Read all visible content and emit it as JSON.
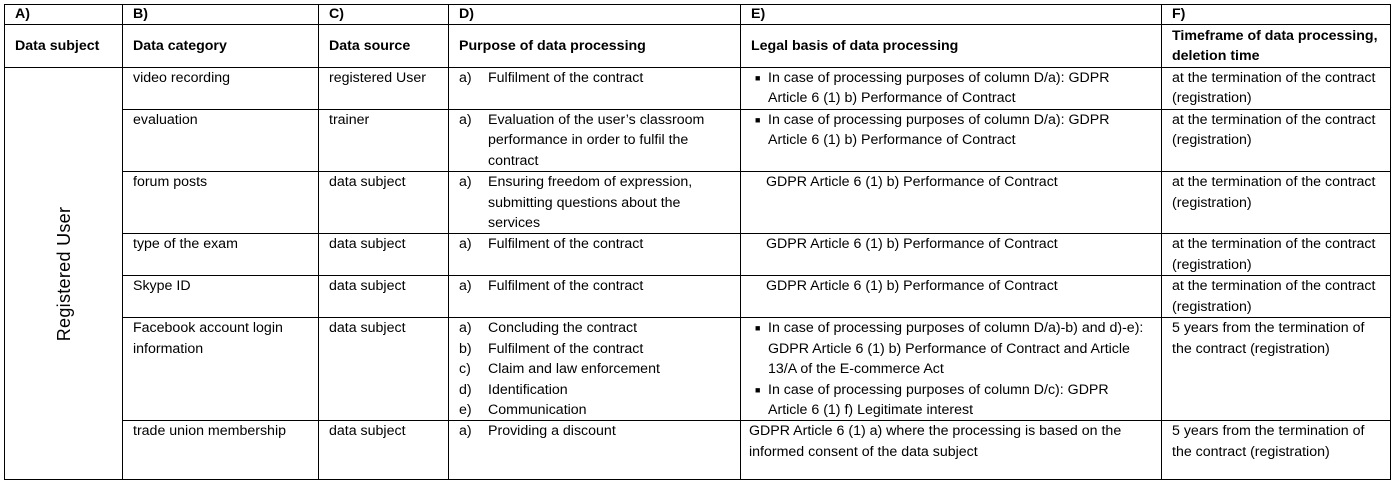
{
  "table": {
    "column_letters": [
      "A)",
      "B)",
      "C)",
      "D)",
      "E)",
      "F)"
    ],
    "column_headers": [
      "Data subject",
      "Data category",
      "Data source",
      "Purpose of data processing",
      "Legal basis of data processing",
      "Timeframe of data processing, deletion time"
    ],
    "data_subject": "Registered User",
    "rows": [
      {
        "category": "video recording",
        "source": "registered User",
        "purposes": [
          {
            "label": "a)",
            "text": "Fulfilment of the contract"
          }
        ],
        "basis": [
          {
            "bullet": true,
            "text": "In case of processing purposes of column D/a): GDPR Article 6 (1) b) Performance of Contract"
          }
        ],
        "timeframe": "at the termination of the contract (registration)"
      },
      {
        "category": "evaluation",
        "source": "trainer",
        "purposes": [
          {
            "label": "a)",
            "text": "Evaluation of the user’s classroom performance in order to fulfil the contract"
          }
        ],
        "basis": [
          {
            "bullet": true,
            "text": "In case of processing purposes of column D/a): GDPR Article 6 (1) b) Performance of Contract"
          }
        ],
        "timeframe": "at the termination of the contract (registration)"
      },
      {
        "category": "forum posts",
        "source": "data subject",
        "purposes": [
          {
            "label": "a)",
            "text": "Ensuring freedom of expression, submitting questions about the services"
          }
        ],
        "basis": [
          {
            "bullet": false,
            "text": "GDPR Article 6 (1) b) Performance of Contract"
          }
        ],
        "timeframe": "at the termination of the contract (registration)"
      },
      {
        "category": "type of the exam",
        "source": "data subject",
        "purposes": [
          {
            "label": "a)",
            "text": "Fulfilment of the contract"
          }
        ],
        "basis": [
          {
            "bullet": false,
            "text": "GDPR Article 6 (1) b) Performance of Contract"
          }
        ],
        "timeframe": "at the termination of the contract (registration)"
      },
      {
        "category": "Skype ID",
        "source": "data subject",
        "purposes": [
          {
            "label": "a)",
            "text": "Fulfilment of the contract"
          }
        ],
        "basis": [
          {
            "bullet": false,
            "text": "GDPR Article 6 (1) b) Performance of Contract"
          }
        ],
        "timeframe": "at the termination of the contract (registration)"
      },
      {
        "category": "Facebook account login information",
        "source": "data subject",
        "purposes": [
          {
            "label": "a)",
            "text": "Concluding the contract"
          },
          {
            "label": "b)",
            "text": "Fulfilment of the contract"
          },
          {
            "label": "c)",
            "text": "Claim and law enforcement"
          },
          {
            "label": "d)",
            "text": "Identification"
          },
          {
            "label": "e)",
            "text": "Communication"
          }
        ],
        "basis": [
          {
            "bullet": true,
            "text": "In case of processing purposes of column D/a)-b) and d)-e): GDPR Article 6 (1) b) Performance of Contract and Article 13/A of the E-commerce Act"
          },
          {
            "bullet": true,
            "text": "In case of processing purposes of column D/c): GDPR Article 6 (1) f) Legitimate interest"
          }
        ],
        "timeframe": "5 years from the termination of the contract (registration)"
      },
      {
        "category": "trade union membership",
        "source": "data subject",
        "purposes": [
          {
            "label": "a)",
            "text": "Providing a discount"
          }
        ],
        "basis": [
          {
            "bullet": false,
            "flush": true,
            "text": "GDPR Article 6 (1) a) where the processing is based on the informed consent of the data subject"
          }
        ],
        "timeframe": "5 years from the termination of the contract (registration)"
      }
    ],
    "bullet_glyph": "■"
  }
}
